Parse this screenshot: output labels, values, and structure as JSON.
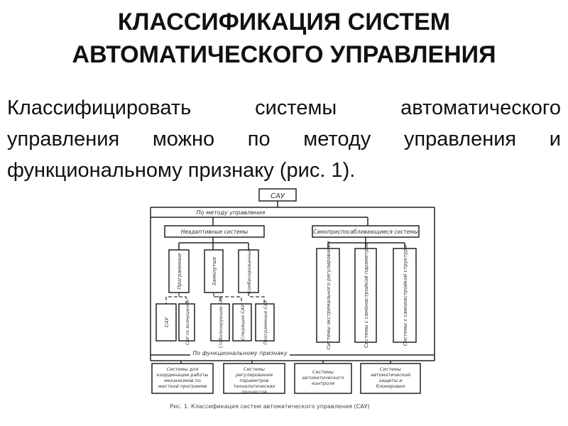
{
  "title": {
    "line1": "КЛАССИФИКАЦИЯ СИСТЕМ",
    "line2": "АВТОМАТИЧЕСКОГО УПРАВЛЕНИЯ"
  },
  "paragraph": {
    "line1": "Классифицировать системы автоматического",
    "line2": "управления можно по методу управления и",
    "line3": "функциональному признаку (рис. 1)."
  },
  "diagram": {
    "root": "САУ",
    "by_method": "По методу управления",
    "non_adaptive": "Неадаптивные системы",
    "adaptive": "Самоприспосабливающиеся системы",
    "na_children": [
      "Программные",
      "Замкнутые",
      "Комбинированные"
    ],
    "na_leaves": [
      "САУ",
      "САУ по возмущению",
      "Стабилизирующие САУ",
      "Следящие САУ",
      "Программные САУ"
    ],
    "ad_children": [
      "Системы экстремального регулирования",
      "Системы с самонастройкой параметров",
      "Системы с самонастройкой структуры"
    ],
    "by_function": "По функциональному признаку",
    "func_children": [
      "Системы для координации работы механизмов по жесткой программе",
      "Системы регулирования параметров технологических процессов",
      "Системы автоматического контроля",
      "Системы автоматической защиты и блокировки"
    ],
    "caption": "Рис. 1. Классификация систем автоматического управления (САУ)"
  }
}
